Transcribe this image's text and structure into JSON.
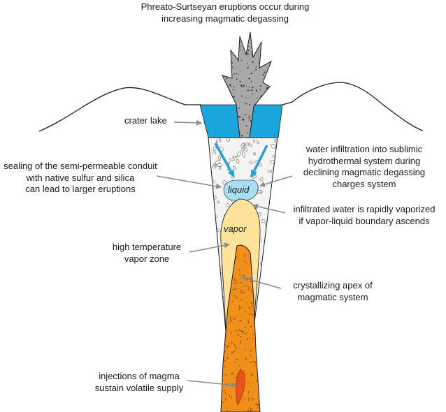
{
  "title_lines": [
    "Phreato-Surtseyan eruptions occur during",
    "increasing magmatic degassing"
  ],
  "labels": {
    "crater_lake": "crater lake",
    "sealing": [
      "sealing of the semi-permeable conduit",
      "with native sulfur and silica",
      "can lead to larger eruptions"
    ],
    "water_infiltration": [
      "water infiltration into sublimic",
      "hydrothermal system during",
      "declining magmatic degassing",
      "charges system"
    ],
    "vaporized": [
      "infiltrated water is rapidly vaporized",
      "if vapor-liquid boundary ascends"
    ],
    "high_temp": [
      "high temperature",
      "vapor zone"
    ],
    "crystallizing": [
      "crystallizing apex of",
      "magmatic system"
    ],
    "injections": [
      "injections of magma",
      "sustain volatile supply"
    ],
    "liquid": "liquid",
    "vapor": "vapor"
  },
  "colors": {
    "crater_lake": "#1aa6dc",
    "water_arrow": "#2a9fd6",
    "liquid_zone": "#a9dff2",
    "vapor_zone": "#fde29a",
    "magma": "#f0901a",
    "magma_injection": "#e8521e",
    "plume": "#a8a8a8",
    "breccia": "#f4f4f4",
    "leader": "#8c8c8c",
    "outline": "#1a1a1a"
  }
}
